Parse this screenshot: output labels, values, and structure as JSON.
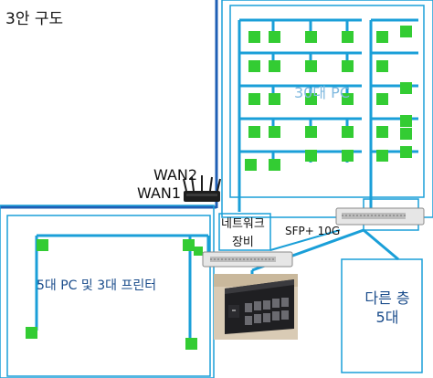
{
  "title": "3안 구도",
  "wan2": "WAN2",
  "wan1": "WAN1",
  "network_equipment": {
    "line1": "네트워크",
    "line2": "장비"
  },
  "sfp_link": "SFP+ 10G",
  "pc_area_large": "30대 PC",
  "pc_area_small": "5대 PC 및 3대 프린터",
  "other_floor": {
    "line1": "다른 층",
    "line2": "5대"
  },
  "colors": {
    "cable": "#1a9fd8",
    "pc": "#33cc33",
    "wan_line": "#1f5fb5",
    "text_blue": "#1a4c8b"
  }
}
